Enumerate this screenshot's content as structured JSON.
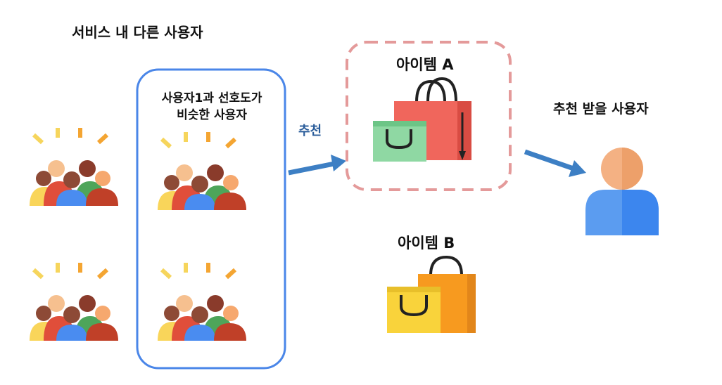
{
  "labels": {
    "other_users": "서비스 내 다른 사용자",
    "similar_users_line1": "사용자1과 선호도가",
    "similar_users_line2": "비슷한 사용자",
    "recommend": "추천",
    "item_a": "아이템 A",
    "item_b": "아이템 B",
    "target_user": "추천 받을 사용자"
  },
  "colors": {
    "similar_box_border": "#4a86e8",
    "item_a_box_border": "#e49a9a",
    "arrow": "#3d7fc4",
    "sparkle_yellow": "#f6d55c",
    "sparkle_orange": "#f4a532",
    "bag_red": "#f0665c",
    "bag_green": "#8fd8a3",
    "bag_orange": "#f79a1f",
    "bag_yellow": "#f9d33b",
    "person_head": "#f4b183",
    "person_body": "#5b9cf0"
  },
  "icons": [
    "user-group-icon",
    "shopping-bags-icon",
    "user-icon",
    "arrow-icon"
  ]
}
